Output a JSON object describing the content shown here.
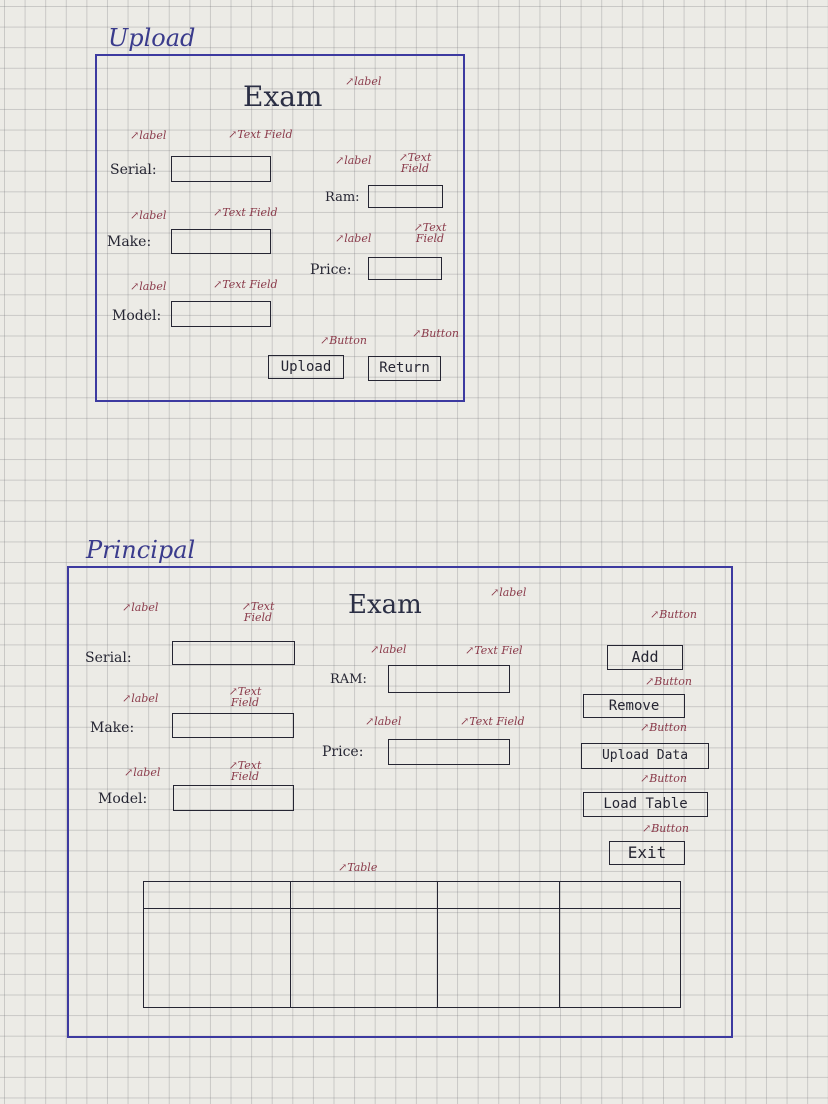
{
  "upload_screen": {
    "title": "Upload",
    "heading": "Exam",
    "heading_note": "label",
    "fields": [
      {
        "label": "Serial:",
        "label_note": "label",
        "field_note": "Text Field"
      },
      {
        "label": "Make:",
        "label_note": "label",
        "field_note": "Text Field"
      },
      {
        "label": "Model:",
        "label_note": "label",
        "field_note": "Text Field"
      },
      {
        "label": "Ram:",
        "label_note": "label",
        "field_note": "Text Field"
      },
      {
        "label": "Price:",
        "label_note": "label",
        "field_note": "Text Field"
      }
    ],
    "buttons": [
      {
        "label": "Upload",
        "note": "Button"
      },
      {
        "label": "Return",
        "note": "Button"
      }
    ]
  },
  "principal_screen": {
    "title": "Principal",
    "heading": "Exam",
    "heading_note": "label",
    "fields": [
      {
        "label": "Serial:",
        "label_note": "label",
        "field_note": "Text Field"
      },
      {
        "label": "Make:",
        "label_note": "label",
        "field_note": "Text Field"
      },
      {
        "label": "Model:",
        "label_note": "label",
        "field_note": "Text Field"
      },
      {
        "label": "RAM:",
        "label_note": "label",
        "field_note": "Text Fiel"
      },
      {
        "label": "Price:",
        "label_note": "label",
        "field_note": "Text Field"
      }
    ],
    "buttons": [
      {
        "label": "Add",
        "note": "Button"
      },
      {
        "label": "Remove",
        "note": "Button"
      },
      {
        "label": "Upload Data",
        "note": "Button"
      },
      {
        "label": "Load Table",
        "note": "Button"
      },
      {
        "label": "Exit",
        "note": "Button"
      }
    ],
    "table_note": "Table",
    "colors": {
      "frame": "#3d3aa0",
      "annotation": "#8a3a4a",
      "ink": "#262633"
    }
  }
}
